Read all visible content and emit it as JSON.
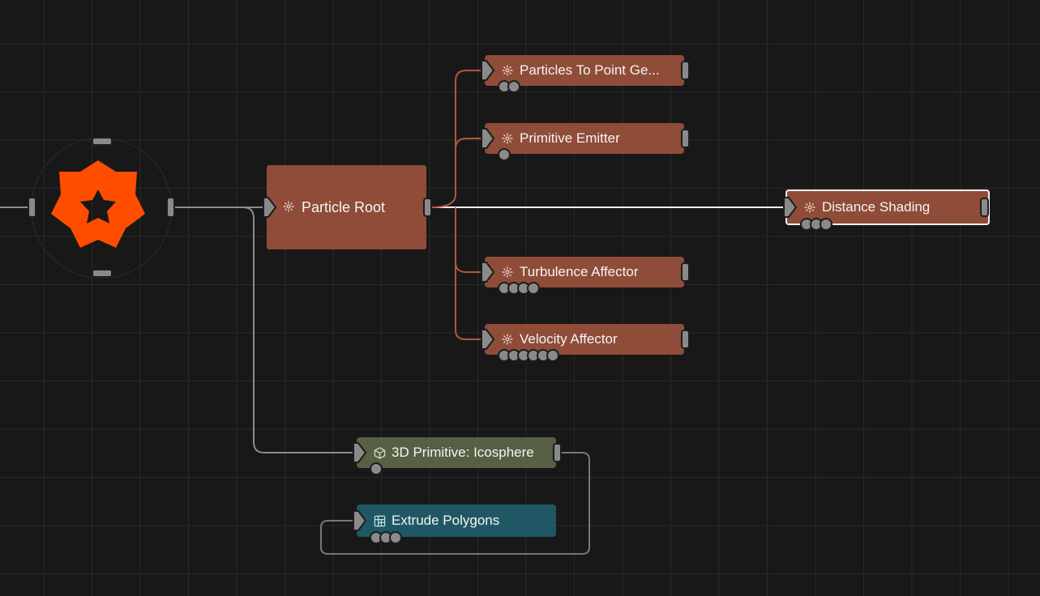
{
  "graph": {
    "hub": {
      "logo": "orange-gear-logo-icon"
    },
    "nodes": {
      "particle_root": {
        "label": "Particle Root",
        "icon": "particle-icon"
      },
      "particles_to_point": {
        "label": "Particles To Point Ge...",
        "icon": "particle-icon",
        "input_dots": 2
      },
      "primitive_emitter": {
        "label": "Primitive Emitter",
        "icon": "particle-icon",
        "input_dots": 1
      },
      "distance_shading": {
        "label": "Distance Shading",
        "icon": "particle-icon",
        "input_dots": 3
      },
      "turbulence_affector": {
        "label": "Turbulence Affector",
        "icon": "particle-icon",
        "input_dots": 4
      },
      "velocity_affector": {
        "label": "Velocity Affector",
        "icon": "particle-icon",
        "input_dots": 6
      },
      "icosphere": {
        "label": "3D Primitive: Icosphere",
        "icon": "cube-icon",
        "input_dots": 1
      },
      "extrude_polygons": {
        "label": "Extrude Polygons",
        "icon": "extrude-icon",
        "input_dots": 3
      }
    },
    "colors": {
      "particle": "#8f4c38",
      "primitive": "#575f44",
      "geometry": "#1f5864",
      "accent": "#ff4d00",
      "wire_particle": "#b3563e",
      "wire_default": "#8c8c8c",
      "wire_selected": "#f0f0f0",
      "wire_geo": "#777a6a"
    }
  }
}
